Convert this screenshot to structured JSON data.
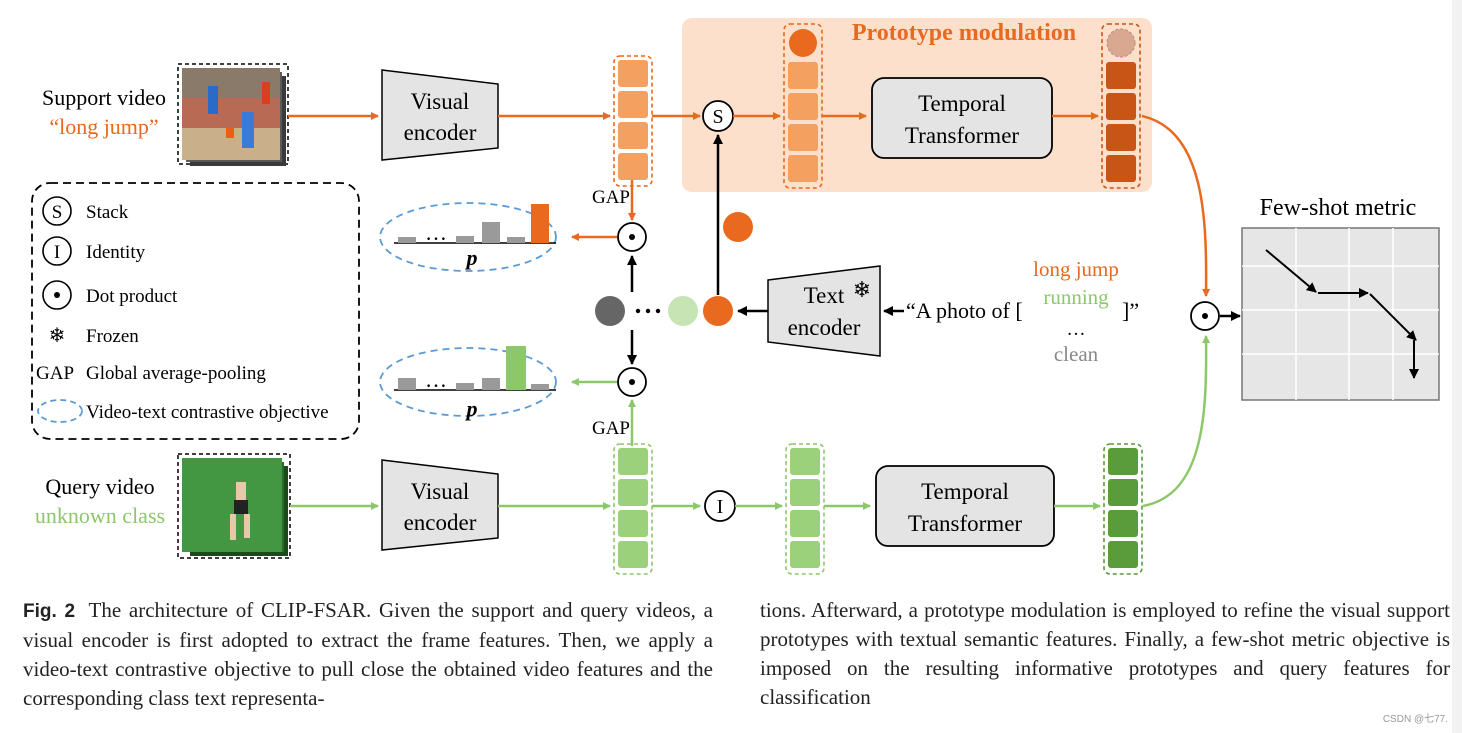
{
  "figure": {
    "support_video_label": "Support video",
    "support_video_class": "“long jump”",
    "query_video_label": "Query video",
    "query_video_class": "unknown class",
    "visual_encoder_line1": "Visual",
    "visual_encoder_line2": "encoder",
    "text_encoder_line1": "Text",
    "text_encoder_line2": "encoder",
    "temporal_transformer_line1": "Temporal",
    "temporal_transformer_line2": "Transformer",
    "prototype_modulation": "Prototype modulation",
    "few_shot_metric": "Few-shot metric",
    "gap": "GAP",
    "p": "p",
    "stack_symbol": "S",
    "identity_symbol": "I",
    "prompt_prefix": "“A photo of [",
    "prompt_suffix": "]”",
    "classes": [
      "long jump",
      "running",
      "…",
      "clean"
    ],
    "legend": [
      {
        "symbol": "S",
        "text": "Stack"
      },
      {
        "symbol": "I",
        "text": "Identity"
      },
      {
        "symbol": "dot",
        "text": "Dot product"
      },
      {
        "symbol": "snowflake",
        "text": "Frozen"
      },
      {
        "symbol": "GAP",
        "text": "Global average-pooling"
      },
      {
        "symbol": "ellipse",
        "text": "Video-text contrastive objective"
      }
    ],
    "colors": {
      "orange": "#e9691e",
      "orange_light": "#f3a060",
      "orange_dark": "#c85515",
      "green": "#8cc86a",
      "green_light": "#9ad17a",
      "green_dark": "#5a9b3c",
      "gray_bar": "#9a9a9a",
      "proto_bg": "#fde0cc",
      "dashed_blue": "#5b9bd5"
    }
  },
  "caption": {
    "label": "Fig. 2",
    "left_text": "The architecture of CLIP-FSAR. Given the support and query videos, a visual encoder is first adopted to extract the frame features. Then, we apply a video-text contrastive objective to pull close the obtained video features and the corresponding class text representa-",
    "right_text": "tions. Afterward, a prototype modulation is employed to refine the visual support prototypes with textual semantic features. Finally, a few-shot metric objective is imposed on the resulting informative prototypes and query features for classification"
  },
  "watermark": "CSDN @七77."
}
